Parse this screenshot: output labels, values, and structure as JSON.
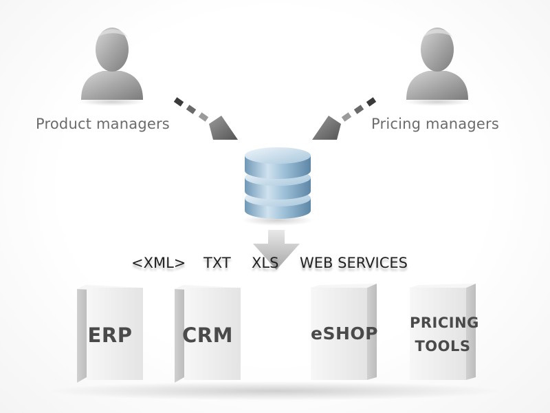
{
  "actors": {
    "product_managers": "Product managers",
    "pricing_managers": "Pricing managers"
  },
  "central": {
    "icon": "database-icon"
  },
  "formats": {
    "xml": "<XML>",
    "txt": "TXT",
    "xls": "XLS",
    "web_services": "WEB SERVICES"
  },
  "systems": {
    "erp": "ERP",
    "crm": "CRM",
    "eshop": "eSHOP",
    "pricing_tools_line1": "PRICING",
    "pricing_tools_line2": "TOOLS"
  },
  "colors": {
    "person": "#a9a9a9",
    "database": "#8fb6d3",
    "box_face": "#f2f2f2",
    "text_grey": "#6b6b6b"
  }
}
